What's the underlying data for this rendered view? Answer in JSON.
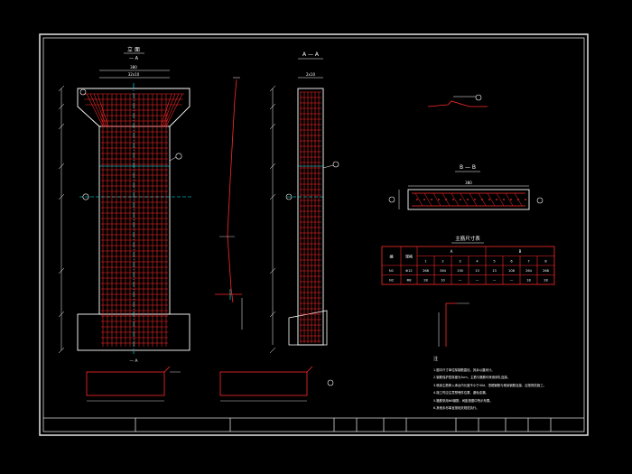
{
  "colors": {
    "background": "#000000",
    "frame": "#d8d8d8",
    "rebar": "#ff2a2a",
    "outline": "#ffffff",
    "dimension": "#ffffff",
    "centerline": "#00ffff",
    "callout": "#00ffff",
    "table_border": "#ff2a2a"
  },
  "views": {
    "elevation_title": "立 面",
    "elevation_subtitle": "— A",
    "section_aa_title": "A — A",
    "section_bb_title": "B — B",
    "cut_mark": "— A"
  },
  "dimensions": {
    "top_width": "380",
    "top_width_inner": "32x10",
    "aa_top_width": "2x10",
    "bb_width": "380"
  },
  "table": {
    "title": "主筋尺寸表",
    "header_row1": [
      "编",
      "规格",
      "A",
      "B"
    ],
    "header_row2": [
      "1",
      "2",
      "3",
      "4",
      "5",
      "6",
      "7",
      "8"
    ],
    "rows": [
      [
        "N1",
        "Φ12",
        "268",
        "264",
        "130",
        "13",
        "13",
        "108",
        "264",
        "268"
      ],
      [
        "N2",
        "Φ8",
        "28",
        "10",
        "—",
        "—",
        "—",
        "—",
        "18",
        "28"
      ]
    ]
  },
  "notes": {
    "heading": "注",
    "lines": [
      "1.图中尺寸单位除钢筋直径，其余以厘米计。",
      "2.钢筋保护层厚度为3cm，主筋与箍筋均采用绑扎连接。",
      "3.墩身主筋伸入承台内长度不小于40d，顶帽钢筋与墩身钢筋连接，应按规范施工。",
      "4.施工时应注意预埋件位置，避免遗漏。",
      "5.箍筋采用Φ8钢筋，间距按图中所示布置。",
      "6.其他未尽事宜按相关规范执行。"
    ]
  },
  "title_block": {
    "cells": [
      "",
      "",
      "",
      "",
      "",
      "",
      "",
      "",
      "",
      "",
      "",
      ""
    ]
  }
}
